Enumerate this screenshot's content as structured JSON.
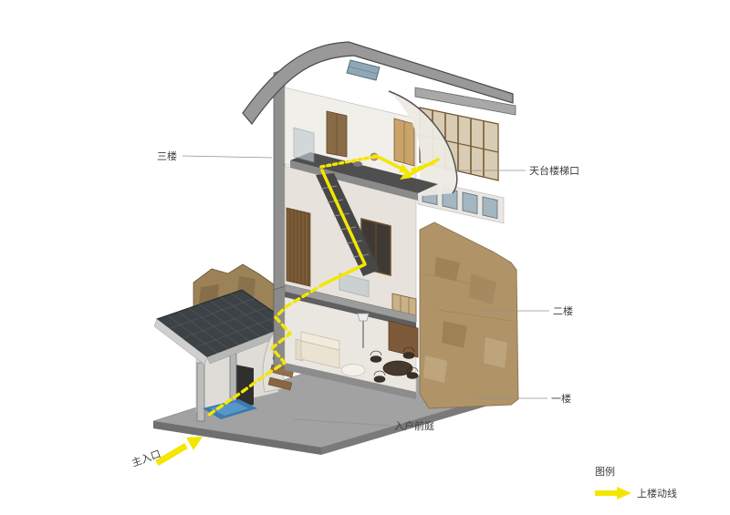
{
  "diagram": {
    "type": "architectural-cutaway-axonometric-circulation-diagram",
    "labels": {
      "third_floor": "三楼",
      "rooftop_stair_entrance": "天台楼梯口",
      "second_floor": "二楼",
      "first_floor": "一楼",
      "entry_forecourt": "入户前庭",
      "main_entrance": "主入口"
    },
    "legend": {
      "title": "图例",
      "items": [
        {
          "symbol": "yellow-arrow",
          "label": "上楼动线"
        }
      ]
    },
    "colors": {
      "circulation_yellow": "#F3E600",
      "background": "#FFFFFF",
      "concrete_grey": "#9A9A9A",
      "dark_floor_grey": "#4F4F4F",
      "stone_wall_tan": "#B09468",
      "tile_roof_dark": "#3C4246",
      "wood_brown": "#8A6542",
      "pond_blue": "#3D7AB0",
      "label_line_grey": "#909090",
      "glass_blue_grey": "#A4B6C2"
    }
  }
}
